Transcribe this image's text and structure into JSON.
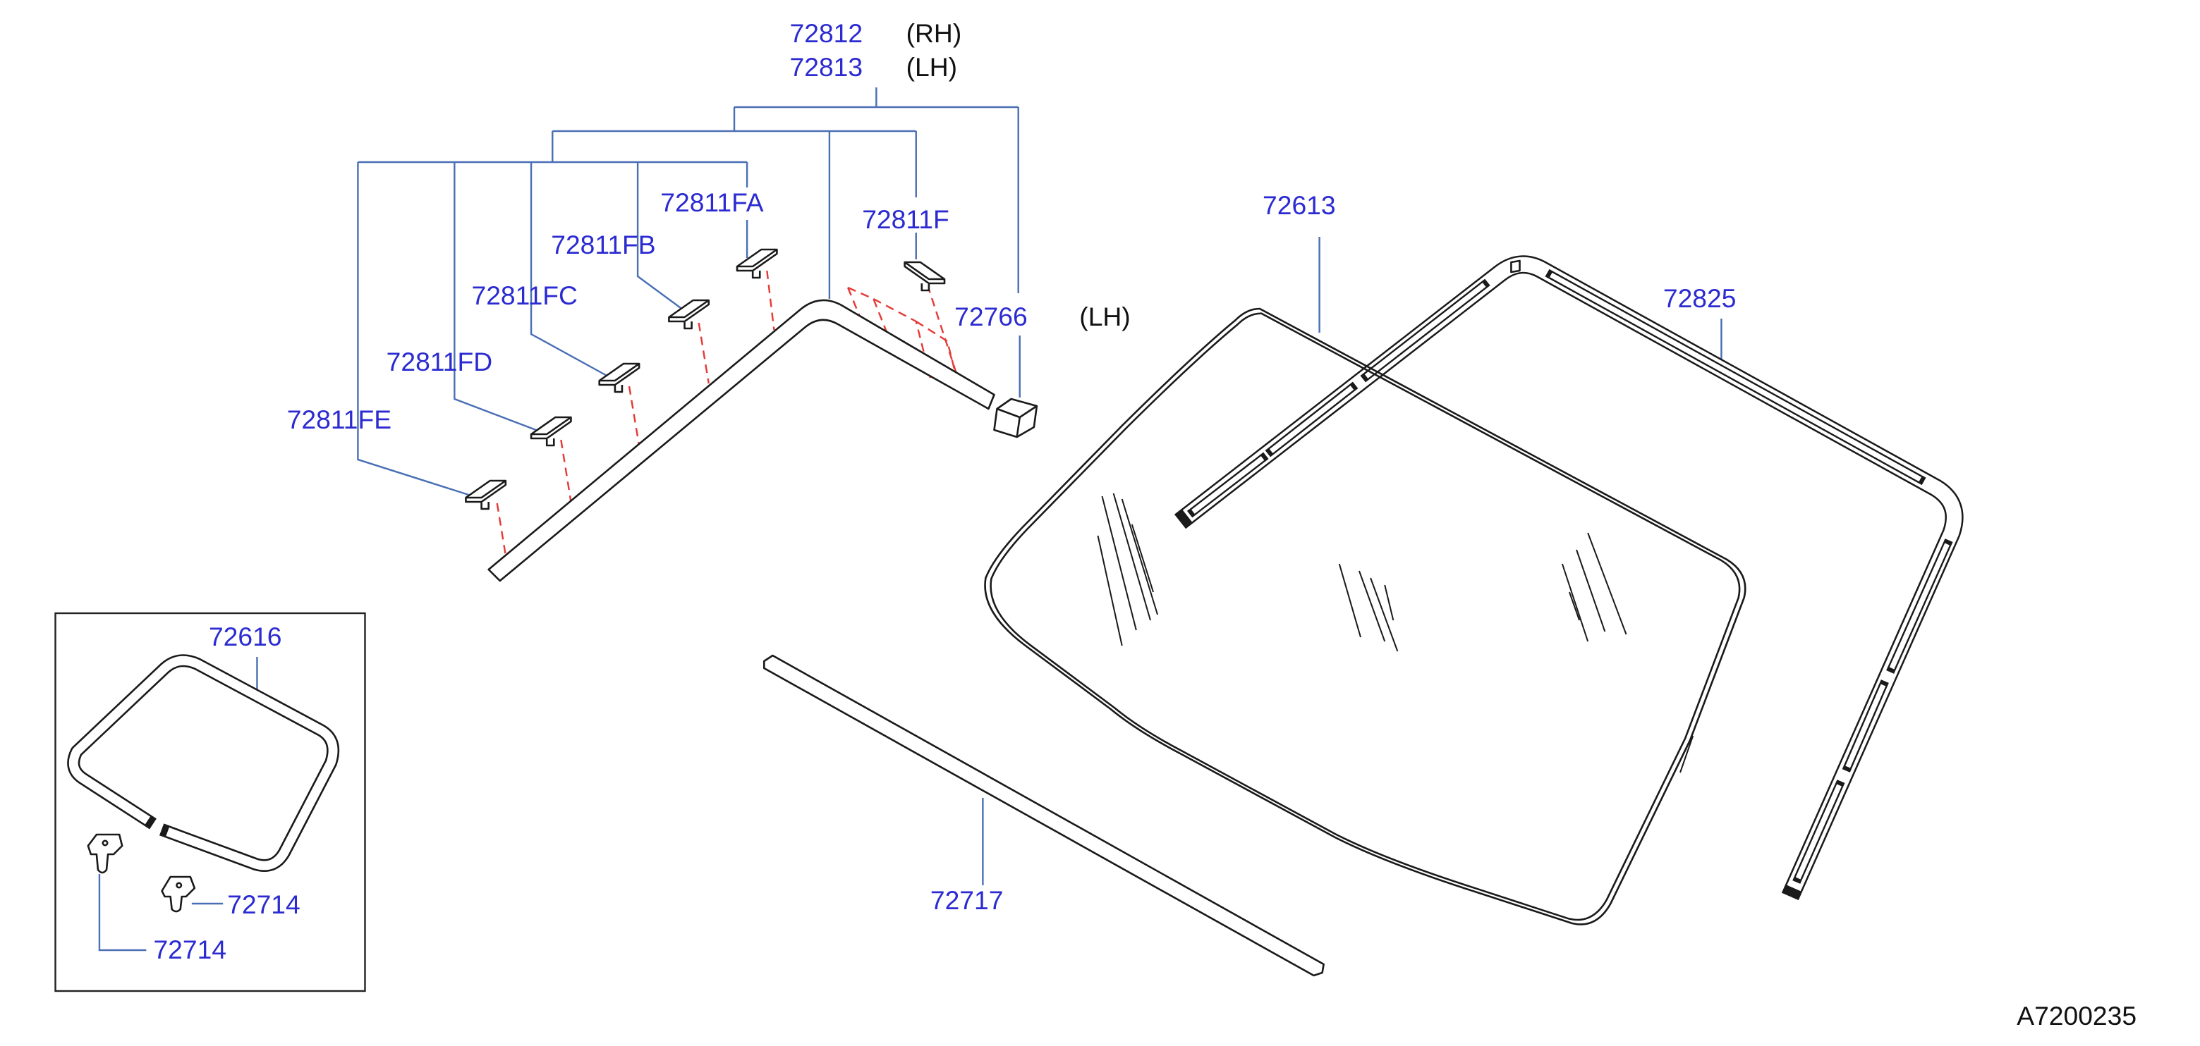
{
  "diagram_code": "A7200235",
  "colors": {
    "callout": "#2b2bd1",
    "leader": "#4a6fb5",
    "fitting_line": "#e53935",
    "part_outline": "#1a1a1a",
    "background": "#ffffff"
  },
  "callouts": [
    {
      "part": "72812",
      "side": "(RH)"
    },
    {
      "part": "72813",
      "side": "(LH)"
    },
    {
      "part": "72811FA"
    },
    {
      "part": "72811F"
    },
    {
      "part": "72811FB"
    },
    {
      "part": "72811FC"
    },
    {
      "part": "72811FD"
    },
    {
      "part": "72811FE"
    },
    {
      "part": "72766",
      "side": "(LH)"
    },
    {
      "part": "72613"
    },
    {
      "part": "72825"
    },
    {
      "part": "72616"
    },
    {
      "part": "72714"
    },
    {
      "part": "72714"
    },
    {
      "part": "72717"
    }
  ]
}
